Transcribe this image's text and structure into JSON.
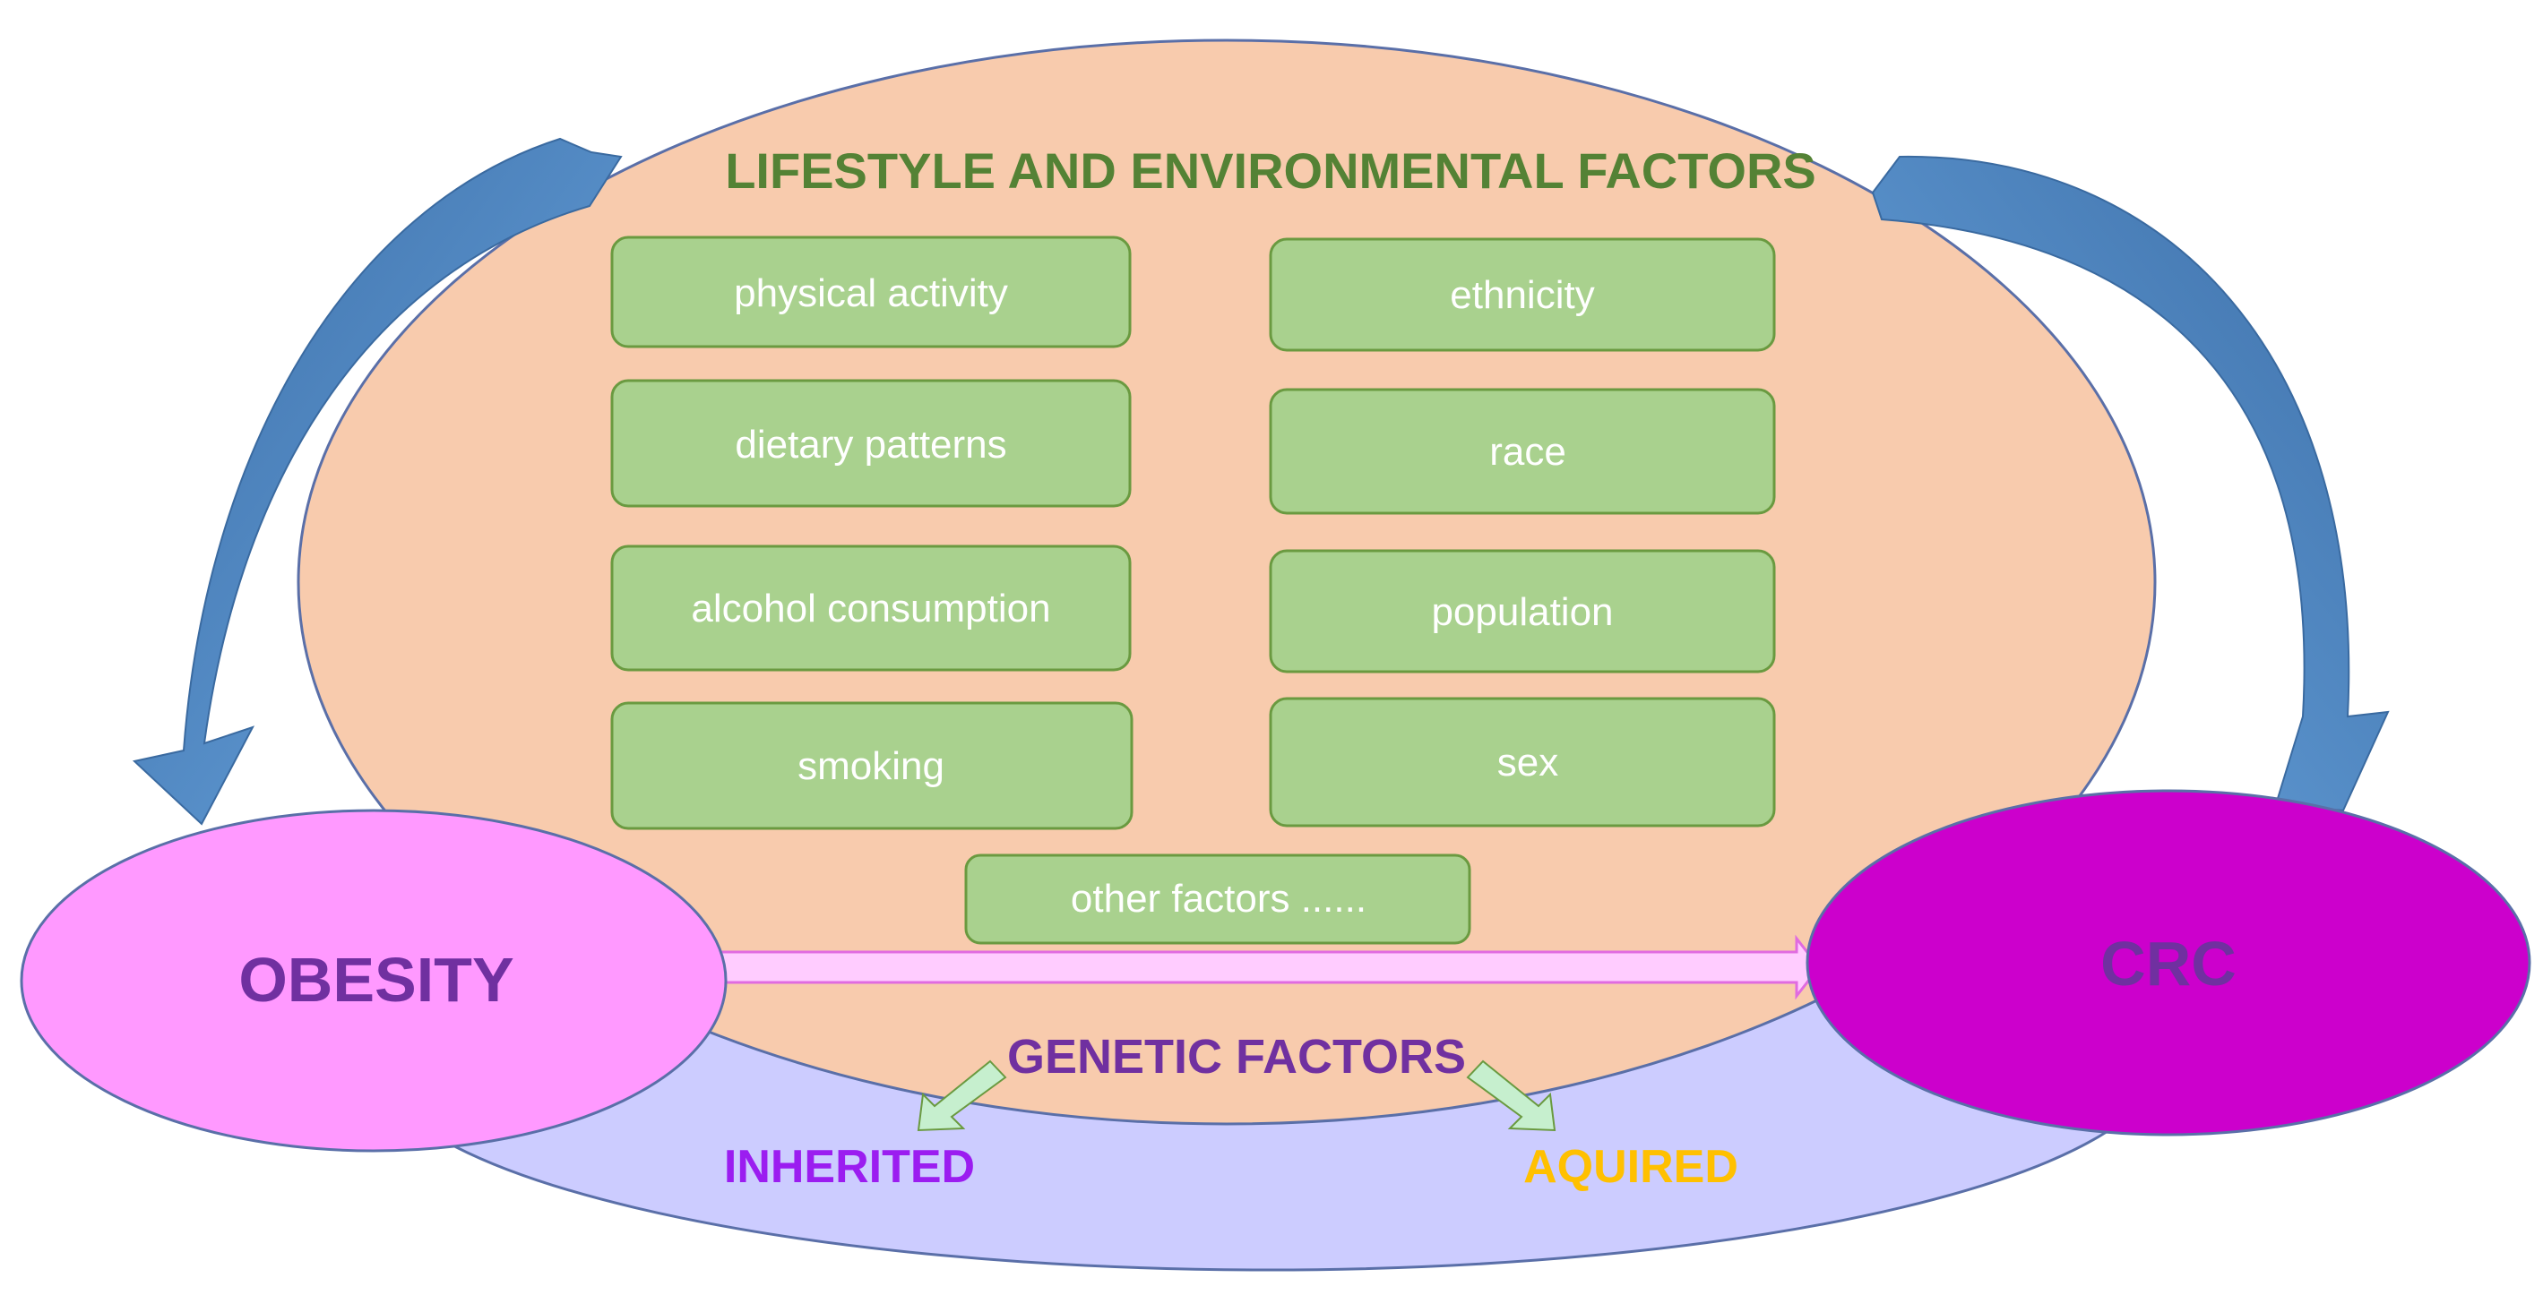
{
  "lifestyle": {
    "title": "LIFESTYLE AND ENVIRONMENTAL FACTORS",
    "factors": [
      "physical activity",
      "dietary patterns",
      "alcohol consumption",
      "smoking",
      "ethnicity",
      "race",
      "population",
      "sex",
      "other factors ......"
    ]
  },
  "genetic": {
    "title": "GENETIC FACTORS",
    "inherited": "INHERITED",
    "acquired": "AQUIRED"
  },
  "nodes": {
    "obesity": "OBESITY",
    "crc": "CRC"
  },
  "colors": {
    "lifestyle_fill": "#f8cbad",
    "genetic_fill": "#ccccff",
    "factor_box": "#a9d18e",
    "factor_box_border": "#70ad47",
    "lifestyle_title": "#548235",
    "genetic_title": "#7030a0",
    "inherited_text": "#9b1df0",
    "acquired_text": "#ffc000",
    "obesity_fill": "#ff99ff",
    "crc_fill": "#cc00cc",
    "curved_arrow": "#4f81bd",
    "small_arrow": "#c6efce"
  }
}
